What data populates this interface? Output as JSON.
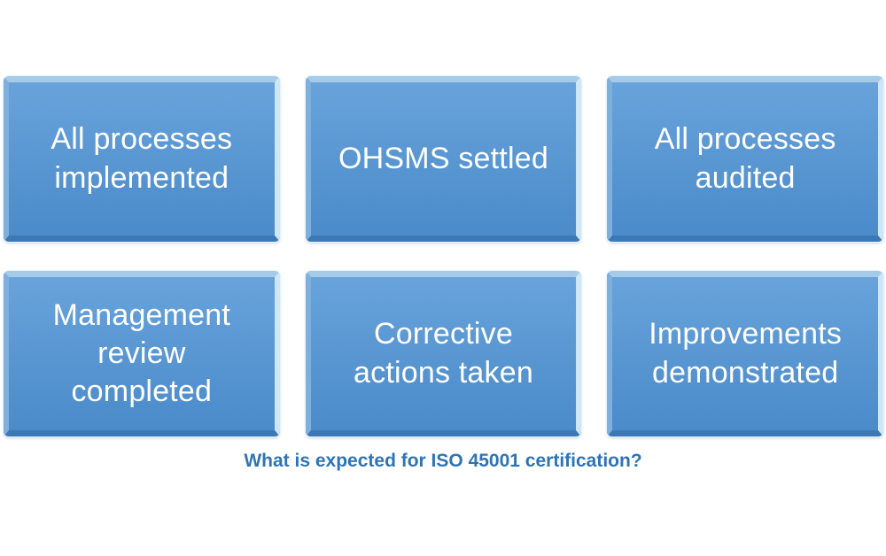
{
  "diagram": {
    "boxes": [
      {
        "label": "All processes\nimplemented"
      },
      {
        "label": "OHSMS settled"
      },
      {
        "label": "All processes\naudited"
      },
      {
        "label": "Management\nreview\ncompleted"
      },
      {
        "label": "Corrective\nactions taken"
      },
      {
        "label": "Improvements\ndemonstrated"
      }
    ],
    "caption": "What is expected for ISO 45001 certification?",
    "colors": {
      "background": "#ffffff",
      "box_face_top": "#68a3db",
      "box_face_bottom": "#4b8bca",
      "bevel_top": "#a6cbe9",
      "bevel_left": "#7fb0dc",
      "bevel_right": "#cfe6f6",
      "bevel_bottom": "#3c78b6",
      "text": "#ffffff",
      "caption": "#2e74b5"
    }
  }
}
